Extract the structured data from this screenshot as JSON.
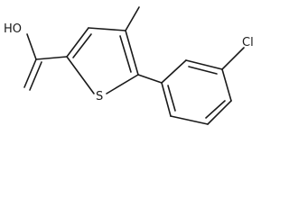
{
  "molecule": {
    "labels": {
      "hydroxyl": "HO",
      "sulfur": "S",
      "chlorine": "Cl"
    }
  }
}
